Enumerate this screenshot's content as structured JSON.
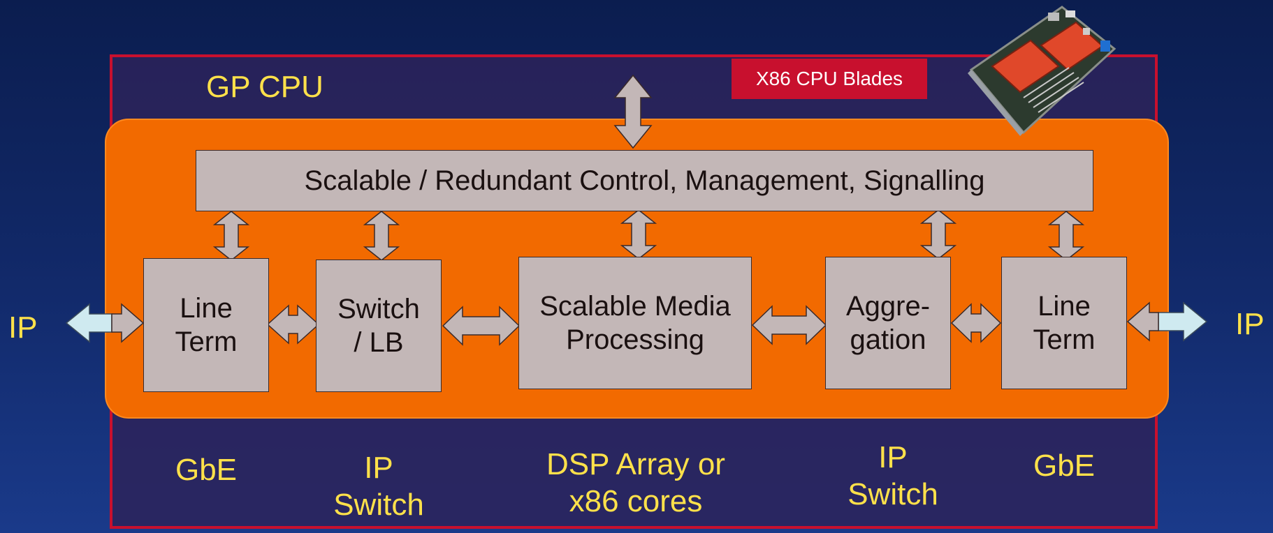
{
  "frame_title": "GP CPU",
  "badge": "X86 CPU Blades",
  "control_box": "Scalable / Redundant Control, Management, Signalling",
  "blocks": [
    {
      "line1": "Line",
      "line2": "Term"
    },
    {
      "line1": "Switch",
      "line2": "/ LB"
    },
    {
      "line1": "Scalable Media",
      "line2": "Processing"
    },
    {
      "line1": "Aggre-",
      "line2": "gation"
    },
    {
      "line1": "Line",
      "line2": "Term"
    }
  ],
  "bottom_labels": [
    {
      "line1": "GbE",
      "line2": ""
    },
    {
      "line1": "IP",
      "line2": "Switch"
    },
    {
      "line1": "DSP Array or",
      "line2": "x86 cores"
    },
    {
      "line1": "IP",
      "line2": "Switch"
    },
    {
      "line1": "GbE",
      "line2": ""
    }
  ],
  "side_labels": {
    "left": "IP",
    "right": "IP"
  },
  "colors": {
    "background": "#122a6b",
    "frame_border": "#c8102e",
    "orange_panel": "#f26a00",
    "box_fill": "#c3b7b7",
    "label_yellow": "#ffe14a",
    "side_arrow": "#cfeaf0"
  }
}
